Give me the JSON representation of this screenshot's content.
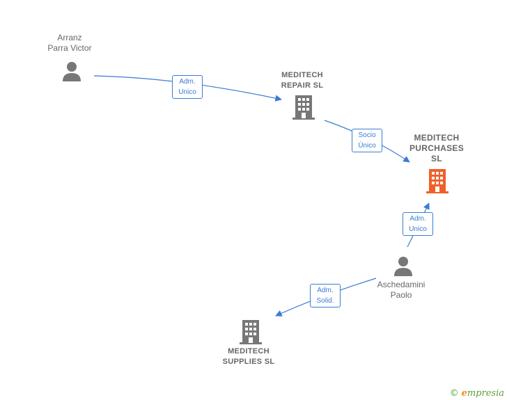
{
  "nodes": {
    "arranz": {
      "line1": "Arranz",
      "line2": "Parra Victor",
      "icon": "person-icon"
    },
    "repair": {
      "line1": "MEDITECH",
      "line2": "REPAIR  SL",
      "icon": "building-icon"
    },
    "purchases": {
      "line1": "MEDITECH",
      "line2": "PURCHASES",
      "line3": "SL",
      "icon": "building-icon"
    },
    "aschedamini": {
      "line1": "Aschedamini",
      "line2": "Paolo",
      "icon": "person-icon"
    },
    "supplies": {
      "line1": "MEDITECH",
      "line2": "SUPPLIES  SL",
      "icon": "building-icon"
    }
  },
  "edges": {
    "e1": {
      "line1": "Adm.",
      "line2": "Unico"
    },
    "e2": {
      "line1": "Socio",
      "line2": "Único"
    },
    "e3": {
      "line1": "Adm.",
      "line2": "Unico"
    },
    "e4": {
      "line1": "Adm.",
      "line2": "Solid."
    }
  },
  "colors": {
    "edge": "#3a7bd5",
    "node": "#777777",
    "focus": "#f0602a"
  },
  "footer": {
    "copyright": "©",
    "brand_e": "e",
    "brand_rest": "mpresia"
  }
}
